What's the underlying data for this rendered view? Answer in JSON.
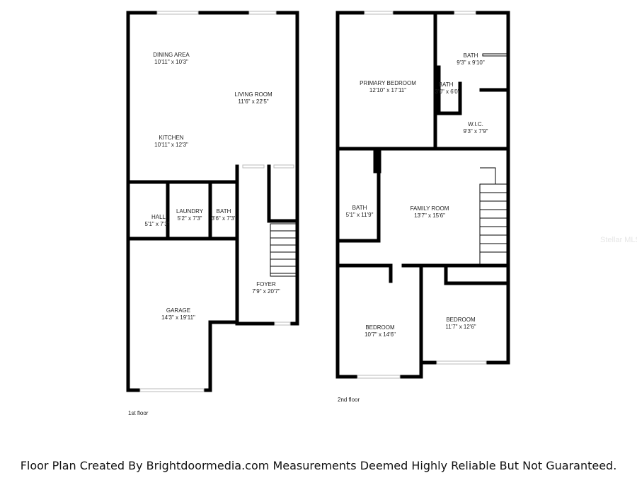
{
  "floor1": {
    "label": "1st floor",
    "rooms": [
      {
        "name": "DINING AREA",
        "size": "10'11\" x 10'3\""
      },
      {
        "name": "LIVING ROOM",
        "size": "11'6\" x 22'5\""
      },
      {
        "name": "KITCHEN",
        "size": "10'11\" x 12'3\""
      },
      {
        "name": "HALL",
        "size": "5'1\" x 7'3\""
      },
      {
        "name": "LAUNDRY",
        "size": "5'2\" x 7'3\""
      },
      {
        "name": "BATH",
        "size": "3'6\" x 7'3\""
      },
      {
        "name": "FOYER",
        "size": "7'9\" x 20'7\""
      },
      {
        "name": "GARAGE",
        "size": "14'3\" x 19'11\""
      }
    ]
  },
  "floor2": {
    "label": "2nd floor",
    "rooms": [
      {
        "name": "PRIMARY BEDROOM",
        "size": "12'10\" x 17'11\""
      },
      {
        "name": "BATH",
        "size": "9'3\" x 9'10\""
      },
      {
        "name": "BATH",
        "size": "3'0\" x 6'0\""
      },
      {
        "name": "W.I.C.",
        "size": "9'3\" x 7'9\""
      },
      {
        "name": "BATH",
        "size": "5'1\" x 11'9\""
      },
      {
        "name": "FAMILY ROOM",
        "size": "13'7\" x 15'6\""
      },
      {
        "name": "BEDROOM",
        "size": "10'7\" x 14'6\""
      },
      {
        "name": "BEDROOM",
        "size": "11'7\" x 12'6\""
      }
    ]
  },
  "watermark": "Stellar MLS",
  "footer": "Floor Plan Created By Brightdoormedia.com Measurements Deemed Highly Reliable But Not Guaranteed."
}
